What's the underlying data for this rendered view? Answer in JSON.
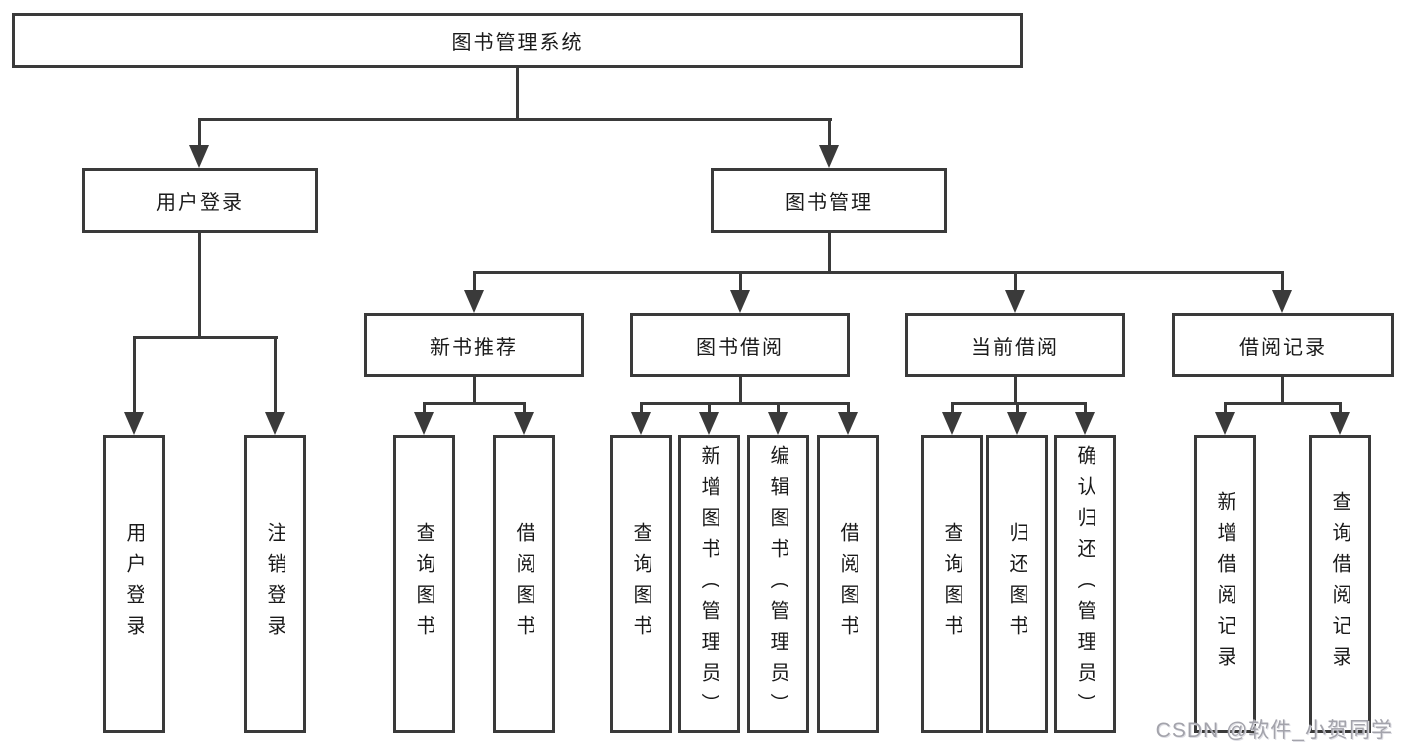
{
  "tree": {
    "root": {
      "label": "图书管理系统",
      "children": [
        {
          "label": "用户登录",
          "children": [
            {
              "label": "用户登录"
            },
            {
              "label": "注销登录"
            }
          ]
        },
        {
          "label": "图书管理",
          "children": [
            {
              "label": "新书推荐",
              "children": [
                {
                  "label": "查询图书"
                },
                {
                  "label": "借阅图书"
                }
              ]
            },
            {
              "label": "图书借阅",
              "children": [
                {
                  "label": "查询图书"
                },
                {
                  "label": "新增图书（管理员）"
                },
                {
                  "label": "编辑图书（管理员）"
                },
                {
                  "label": "借阅图书"
                }
              ]
            },
            {
              "label": "当前借阅",
              "children": [
                {
                  "label": "查询图书"
                },
                {
                  "label": "归还图书"
                },
                {
                  "label": "确认归还（管理员）"
                }
              ]
            },
            {
              "label": "借阅记录",
              "children": [
                {
                  "label": "新增借阅记录"
                },
                {
                  "label": "查询借阅记录"
                }
              ]
            }
          ]
        }
      ]
    }
  },
  "watermark": {
    "text": "CSDN @软件_小贺同学"
  },
  "colors": {
    "box_border": "#3a3a3a",
    "connector_line": "#3a3a3a",
    "text": "#1a1a1a",
    "watermark_text": "#a3a3ab",
    "background": "#ffffff"
  }
}
